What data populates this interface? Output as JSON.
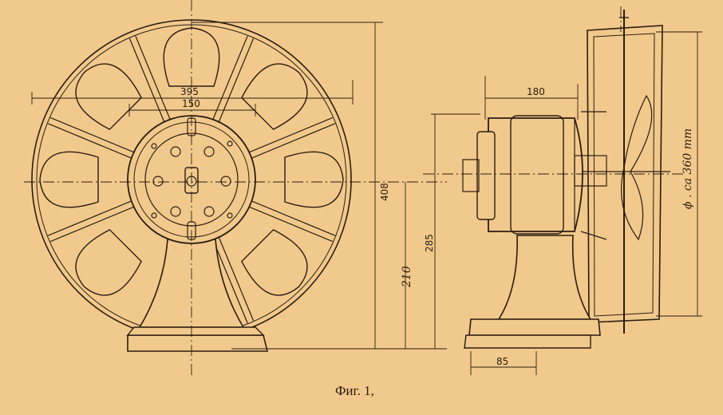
{
  "figure": {
    "caption": "Фиг. 1,",
    "front_view": {
      "dim_blade_span": "395",
      "dim_hub": "150",
      "dim_total_height": "408",
      "dim_axis_height": "210"
    },
    "side_view": {
      "dim_motor_length": "180",
      "dim_axis_height": "285",
      "dim_base": "85",
      "dim_guard_diameter": "ϕ . ca 360 mm"
    },
    "colors": {
      "paper": "#f2c98c",
      "ink": "#2a1d10"
    }
  }
}
